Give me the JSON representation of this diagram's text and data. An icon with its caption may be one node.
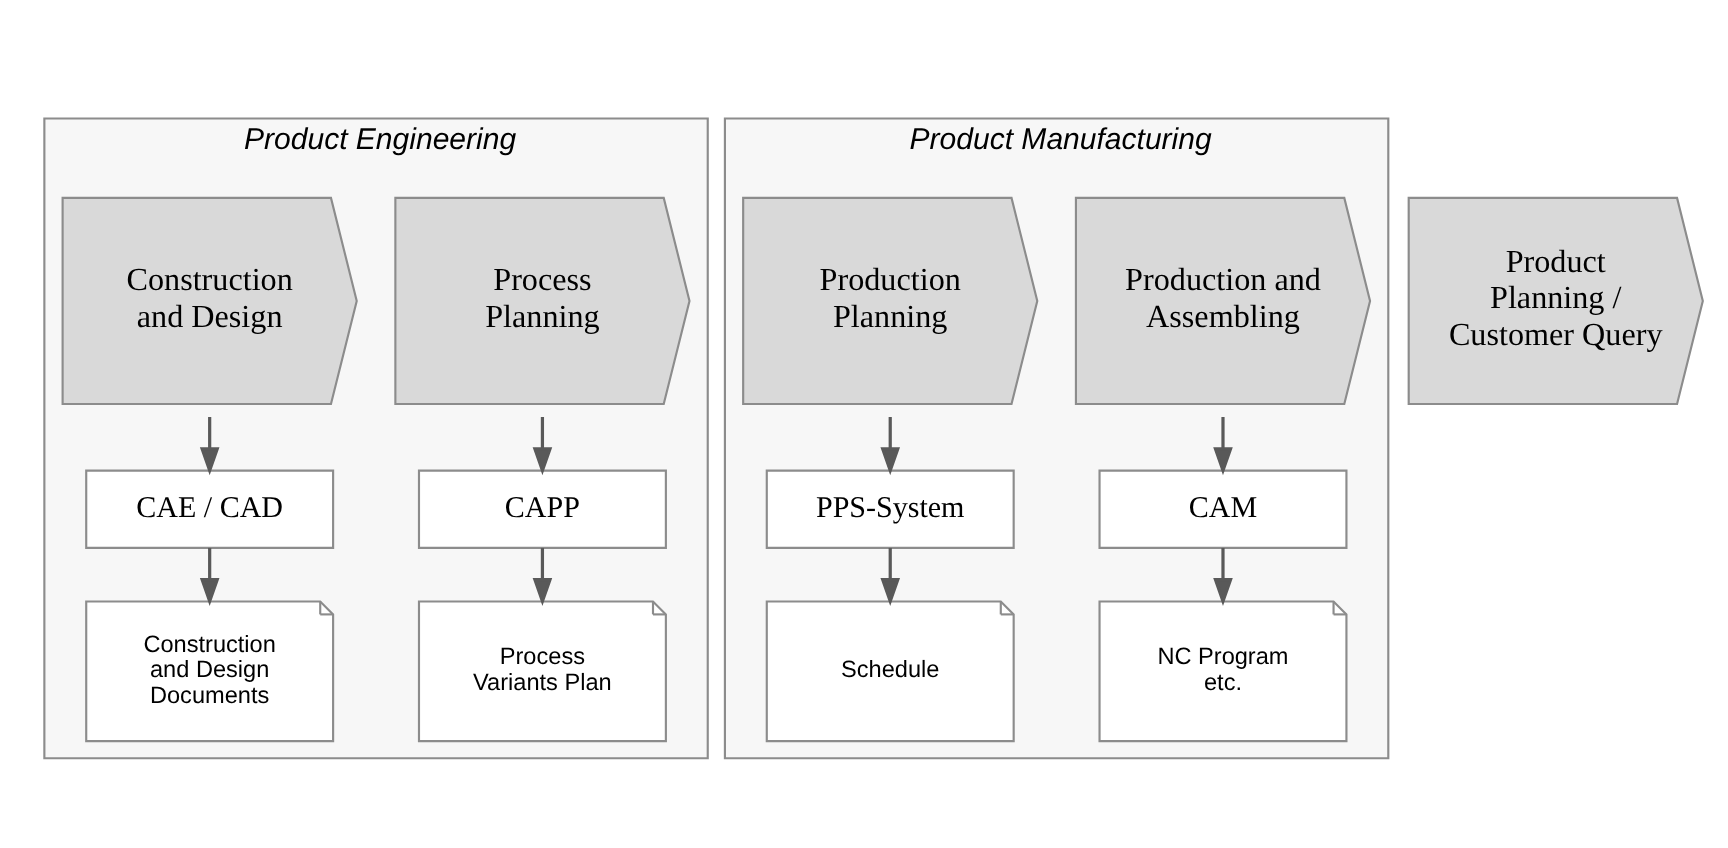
{
  "diagram": {
    "nodes": [
      {
        "text": [
          "Product Engineering"
        ]
      },
      {
        "text": [
          "Product Manufacturing"
        ]
      },
      {
        "text": [
          "Product Planning / Customer Query"
        ]
      },
      {
        "text": [
          "Construction and Design"
        ],
        "in": 0
      },
      {
        "text": [
          "Process Planning"
        ],
        "in": 0
      },
      {
        "text": [
          "Production Planning"
        ],
        "in": 1
      },
      {
        "text": [
          "Production and Assembling"
        ],
        "in": 1
      },
      {
        "text": [
          "CAE / CAD"
        ],
        "in": 0
      },
      {
        "text": [
          "CAPP"
        ],
        "in": 0
      },
      {
        "text": [
          "PPS-System"
        ],
        "in": 1
      },
      {
        "text": [
          "CAM"
        ],
        "in": 1
      },
      {
        "text": [
          "Construction and Design Documents"
        ],
        "in": 0
      },
      {
        "text": [
          "Process Variants Plan"
        ],
        "in": 0
      },
      {
        "text": [
          "Schedule"
        ],
        "in": 1
      },
      {
        "text": [
          "NC Program etc."
        ],
        "in": 1
      }
    ],
    "edges": [
      {
        "from": 3,
        "to": 7,
        "arrow": "to"
      },
      {
        "from": 7,
        "to": 11,
        "arrow": "to"
      },
      {
        "from": 4,
        "to": 8,
        "arrow": "to"
      },
      {
        "from": 8,
        "to": 12,
        "arrow": "to"
      },
      {
        "from": 5,
        "to": 9,
        "arrow": "to"
      },
      {
        "from": 9,
        "to": 13,
        "arrow": "to"
      },
      {
        "from": 6,
        "to": 10,
        "arrow": "to"
      },
      {
        "from": 10,
        "to": 14,
        "arrow": "to"
      }
    ]
  }
}
